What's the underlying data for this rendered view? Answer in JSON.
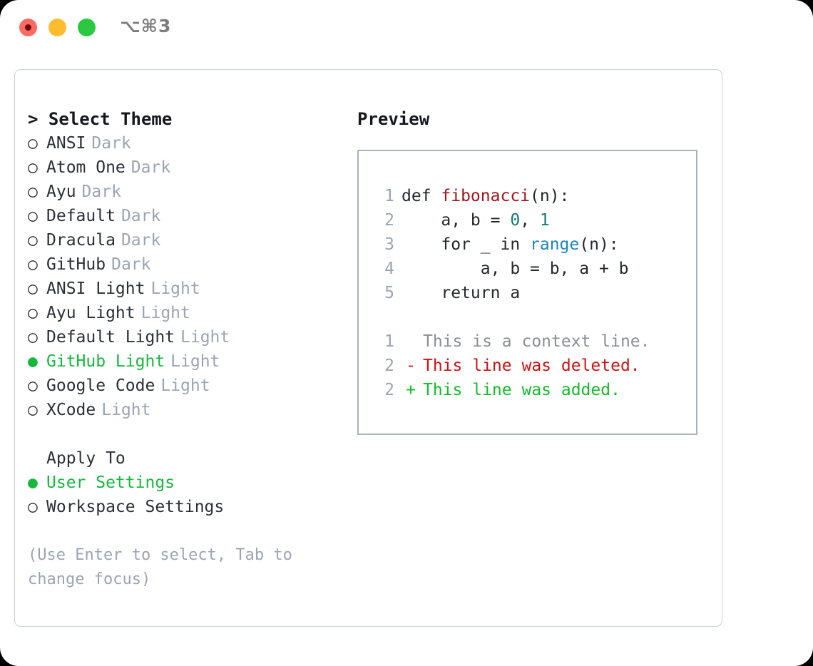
{
  "titlebar": {
    "shortcut": "⌥⌘3",
    "lights": [
      {
        "name": "close",
        "color": "#fd6a62"
      },
      {
        "name": "minimize",
        "color": "#fdbc2f"
      },
      {
        "name": "maximize",
        "color": "#2bc840"
      }
    ]
  },
  "left": {
    "prompt": "> Select Theme",
    "themes": [
      {
        "name": "ANSI",
        "tag": "Dark",
        "selected": false
      },
      {
        "name": "Atom One",
        "tag": "Dark",
        "selected": false
      },
      {
        "name": "Ayu",
        "tag": "Dark",
        "selected": false
      },
      {
        "name": "Default",
        "tag": "Dark",
        "selected": false
      },
      {
        "name": "Dracula",
        "tag": "Dark",
        "selected": false
      },
      {
        "name": "GitHub",
        "tag": "Dark",
        "selected": false
      },
      {
        "name": "ANSI Light",
        "tag": "Light",
        "selected": false
      },
      {
        "name": "Ayu Light",
        "tag": "Light",
        "selected": false
      },
      {
        "name": "Default Light",
        "tag": "Light",
        "selected": false
      },
      {
        "name": "GitHub Light",
        "tag": "Light",
        "selected": true
      },
      {
        "name": "Google Code",
        "tag": "Light",
        "selected": false
      },
      {
        "name": "XCode",
        "tag": "Light",
        "selected": false
      }
    ],
    "apply_to_header": "Apply To",
    "apply_to": [
      {
        "name": "User Settings",
        "selected": true
      },
      {
        "name": "Workspace Settings",
        "selected": false
      }
    ],
    "hint": "(Use Enter to select, Tab to change focus)",
    "bullet_selected": "●",
    "bullet_unselected": "○"
  },
  "right": {
    "preview_header": "Preview",
    "code_lines": [
      {
        "no": "1",
        "tokens": [
          {
            "t": "def ",
            "k": "plain"
          },
          {
            "t": "fibonacci",
            "k": "fn"
          },
          {
            "t": "(n):",
            "k": "plain"
          }
        ]
      },
      {
        "no": "2",
        "tokens": [
          {
            "t": "    a, b = ",
            "k": "plain"
          },
          {
            "t": "0",
            "k": "num"
          },
          {
            "t": ", ",
            "k": "plain"
          },
          {
            "t": "1",
            "k": "num"
          }
        ]
      },
      {
        "no": "3",
        "tokens": [
          {
            "t": "    for _ in ",
            "k": "plain"
          },
          {
            "t": "range",
            "k": "call"
          },
          {
            "t": "(n):",
            "k": "plain"
          }
        ]
      },
      {
        "no": "4",
        "tokens": [
          {
            "t": "        a, b = b, a + b",
            "k": "plain"
          }
        ]
      },
      {
        "no": "5",
        "tokens": [
          {
            "t": "    return a",
            "k": "plain"
          }
        ]
      }
    ],
    "diff_lines": [
      {
        "no": "1",
        "mark": " ",
        "text": "This is a context line.",
        "kind": "ctx"
      },
      {
        "no": "2",
        "mark": "-",
        "text": "This line was deleted.",
        "kind": "del"
      },
      {
        "no": "2",
        "mark": "+",
        "text": "This line was added.",
        "kind": "add"
      }
    ]
  },
  "colors": {
    "accent_green": "#15b83c",
    "tag_grey": "#9aa4b4",
    "diff_add": "#12bd27",
    "diff_del": "#cf1212",
    "syntax_function": "#a3161e",
    "syntax_number": "#137a78",
    "syntax_call": "#1b86bd"
  }
}
